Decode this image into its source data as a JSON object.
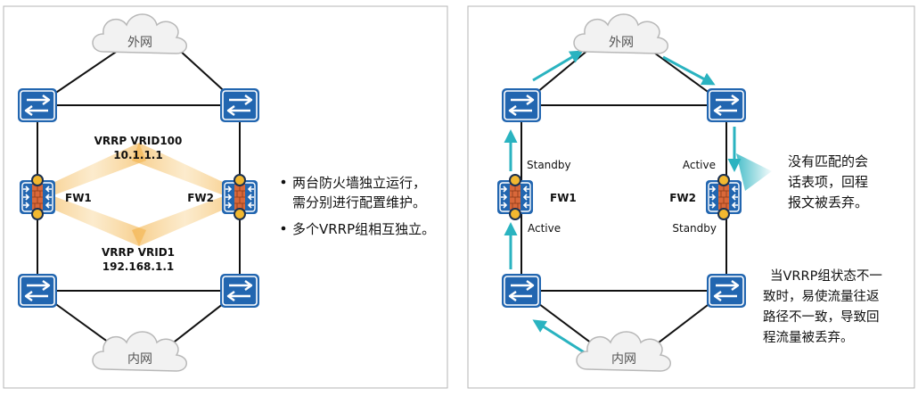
{
  "left": {
    "cloud_top": "外网",
    "cloud_bottom": "内网",
    "fw1_label": "FW1",
    "fw2_label": "FW2",
    "vrrp_top_name": "VRRP VRID100",
    "vrrp_top_ip": "10.1.1.1",
    "vrrp_bottom_name": "VRRP VRID1",
    "vrrp_bottom_ip": "192.168.1.1",
    "bullets": [
      {
        "line1": "两台防火墙独立运行，",
        "line2": "需分别进行配置维护。"
      },
      {
        "line1": "多个VRRP组相互独立。"
      }
    ]
  },
  "right": {
    "cloud_top": "外网",
    "cloud_bottom": "内网",
    "fw1_label": "FW1",
    "fw2_label": "FW2",
    "fw1_state_top": "Standby",
    "fw1_state_bottom": "Active",
    "fw2_state_top": "Active",
    "fw2_state_bottom": "Standby",
    "drop_note": [
      "没有匹配的会",
      "话表项，回程",
      "报文被丢弃。"
    ],
    "summary_note": [
      "当VRRP组状态不一",
      "致时，易使流量往返",
      "路径不一致，导致回",
      "程流量被丢弃。"
    ]
  },
  "colors": {
    "device_blue": "#2266b0",
    "flow_teal": "#2ab3c0",
    "glow_orange": "#f3b24a",
    "firewall_brick": "#d9683a",
    "firewall_ring": "#f2b830"
  }
}
